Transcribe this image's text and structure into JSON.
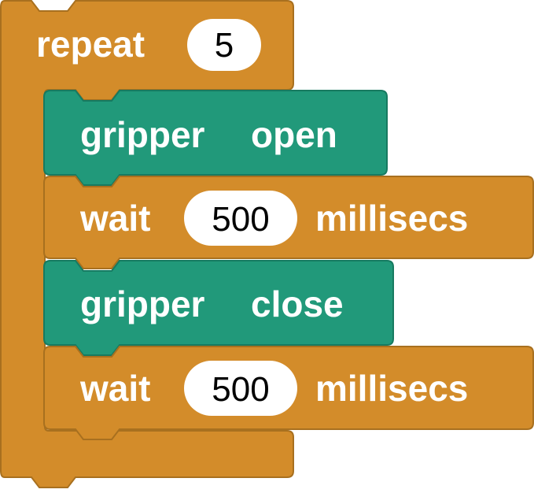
{
  "script": {
    "repeat_block": {
      "keyword": "repeat",
      "count": "5",
      "color": "#d38c2a",
      "body": [
        {
          "kind": "gripper",
          "label": "gripper",
          "action": "open",
          "color": "#21997a"
        },
        {
          "kind": "wait",
          "label": "wait",
          "value": "500",
          "unit": "millisecs",
          "color": "#d38c2a"
        },
        {
          "kind": "gripper",
          "label": "gripper",
          "action": "close",
          "color": "#21997a"
        },
        {
          "kind": "wait",
          "label": "wait",
          "value": "500",
          "unit": "millisecs",
          "color": "#d38c2a"
        }
      ]
    }
  }
}
